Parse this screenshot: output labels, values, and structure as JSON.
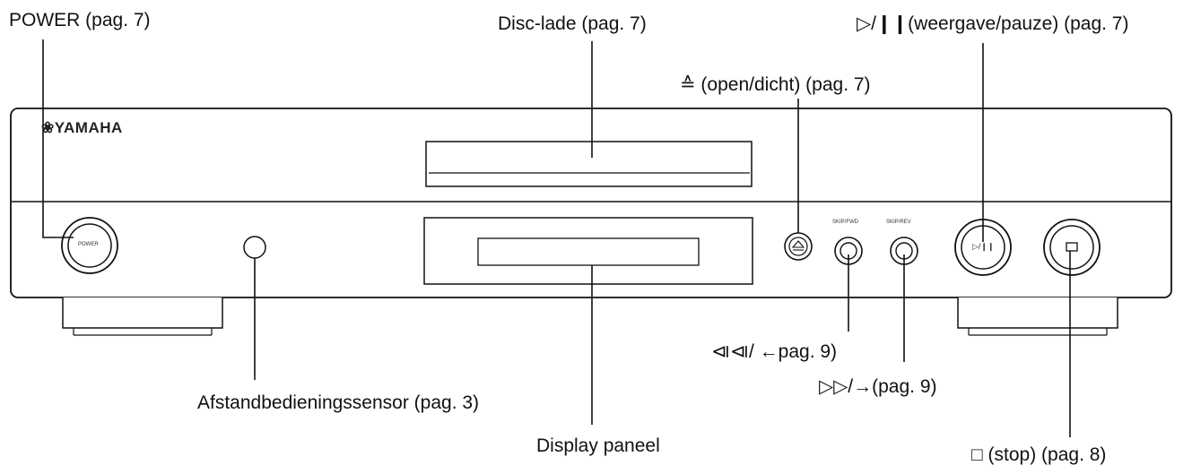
{
  "brand": "❀YAMAHA",
  "buttons": {
    "power_text": "POWER",
    "skip_back_text": "SKIP/FWD",
    "skip_fwd_text": "SKIP/REV",
    "play_text": "▷/❙❙"
  },
  "labels": {
    "power": "POWER (pag. 7)",
    "disc_tray": "Disc-lade (pag. 7)",
    "open_close": "≙ (open/dicht) (pag. 7)",
    "play_pause": "▷/❙❙(weergave/pauze) (pag. 7)",
    "skip_back": "⧏⧏/ ←pag. 9)",
    "skip_fwd": "▷▷/→(pag. 9)",
    "remote_sensor": "Afstandbedieningssensor (pag. 3)",
    "display_panel": "Display paneel",
    "stop": "□ (stop) (pag. 8)"
  }
}
